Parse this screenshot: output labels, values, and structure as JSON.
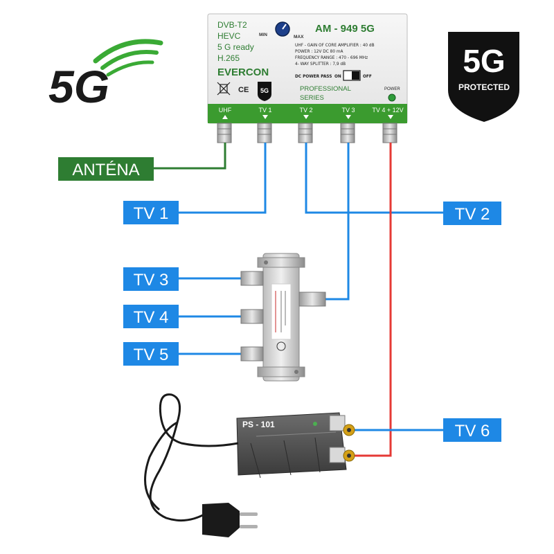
{
  "logo_5g": {
    "text": "5G",
    "colors": {
      "text": "#1a1a1a",
      "arcs": "#3aaa35"
    }
  },
  "shield": {
    "big": "5G",
    "small": "PROTECTED"
  },
  "amplifier": {
    "left_lines": [
      "DVB-T2",
      "HEVC",
      "5 G ready",
      "H.265"
    ],
    "brand": "EVERCON",
    "min": "MIN",
    "max": "MAX",
    "model": "AM - 949   5G",
    "specs": [
      "UHF - GAIN OF CORE AMPLIFIER : 40 dB",
      "POWER : 12V DC 80 mA",
      "FREQUENCY RANGE : 470 - 696 MHz",
      "4- WAY SPLITTER : 7,9 dB"
    ],
    "dc_pass": "DC POWER PASS",
    "on": "ON",
    "off": "OFF",
    "series": [
      "PROFESSIONAL",
      "SERIES"
    ],
    "power": "POWER",
    "ce": "CE",
    "badge": "5G",
    "ports": [
      "UHF",
      "TV 1",
      "TV 2",
      "TV 3",
      "TV 4 + 12V"
    ]
  },
  "labels": {
    "antenna": "ANTÉNA",
    "tv1": "TV 1",
    "tv2": "TV 2",
    "tv3": "TV 3",
    "tv4": "TV 4",
    "tv5": "TV 5",
    "tv6": "TV 6"
  },
  "power_supply": {
    "model": "PS - 101"
  },
  "colors": {
    "green": "#2e7d32",
    "blue": "#1e88e5",
    "red": "#e53935",
    "panel_green": "#3b9b2f"
  }
}
